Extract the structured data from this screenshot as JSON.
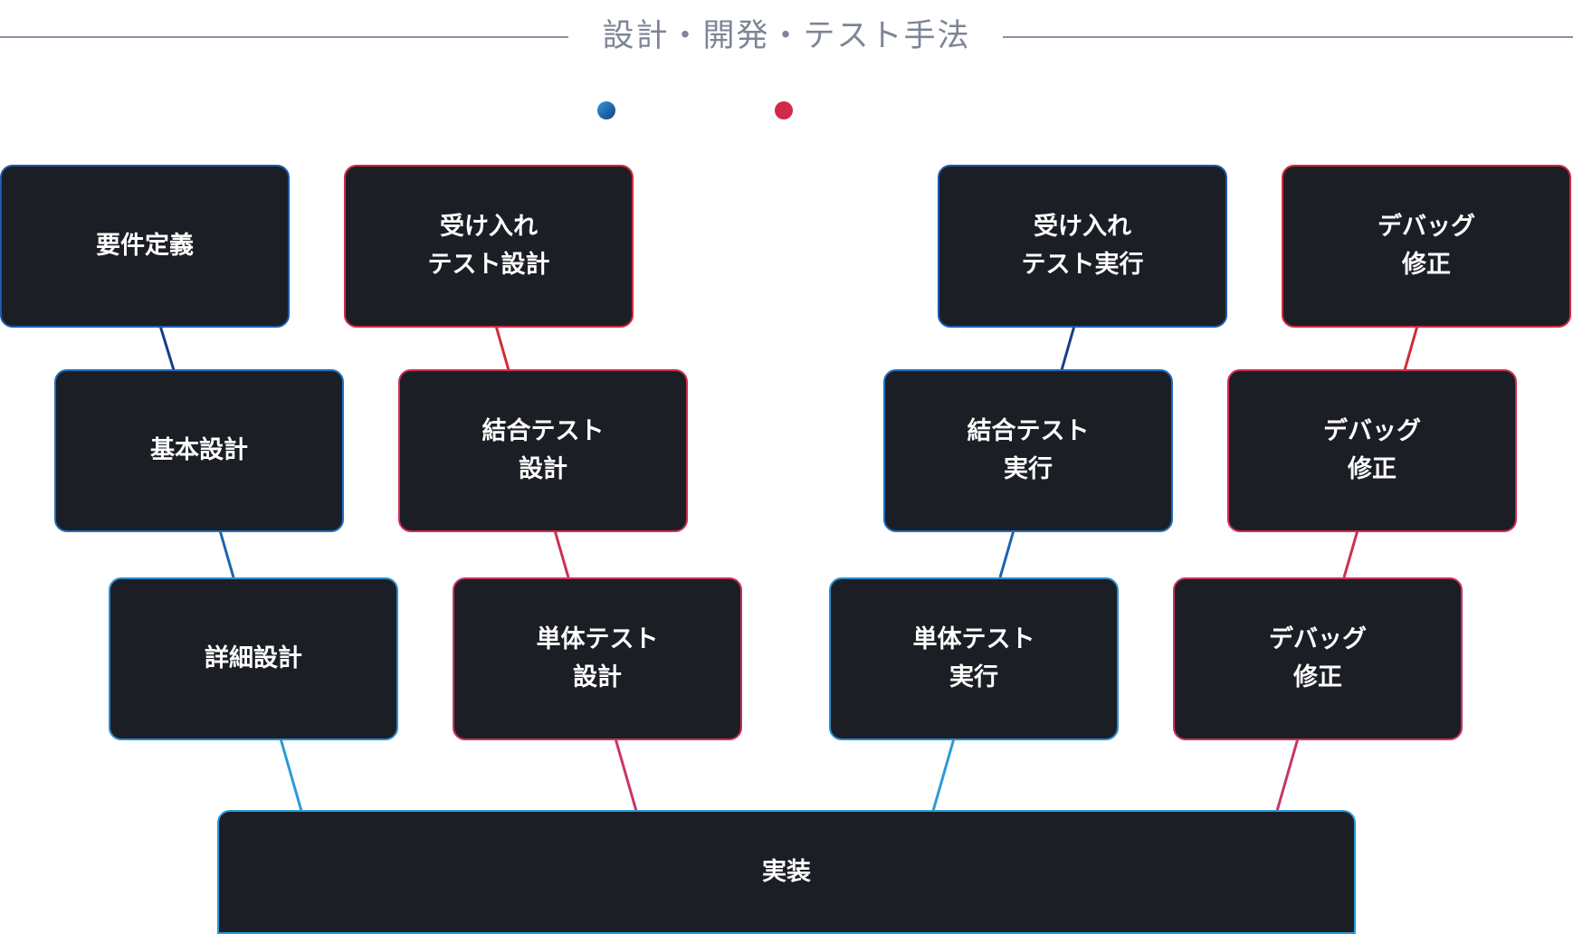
{
  "title": "設計・開発・テスト手法",
  "colors": {
    "background": "#ffffff",
    "box_fill": "#1c1e25",
    "title_text": "#7d8596",
    "title_rule": "#8a93a3",
    "design_dark": "#173f86",
    "design_light": "#2a9bd8",
    "test_red": "#d42a3c",
    "test_pink": "#c7336e"
  },
  "legend": [
    {
      "marker": "blue-gradient-dot",
      "color": "#1a6fc0"
    },
    {
      "marker": "red-dot",
      "color": "#d42a4a"
    }
  ],
  "boxes": {
    "requirements": "要件定義",
    "acceptance_test_design": "受け入れ\nテスト設計",
    "acceptance_test_run": "受け入れ\nテスト実行",
    "debug_fix_top": "デバッグ\n修正",
    "basic_design": "基本設計",
    "integration_test_design": "結合テスト\n設計",
    "integration_test_run": "結合テスト\n実行",
    "debug_fix_middle": "デバッグ\n修正",
    "detailed_design": "詳細設計",
    "unit_test_design": "単体テスト\n設計",
    "unit_test_run": "単体テスト\n実行",
    "debug_fix_bottom": "デバッグ\n修正",
    "implementation": "実装"
  }
}
